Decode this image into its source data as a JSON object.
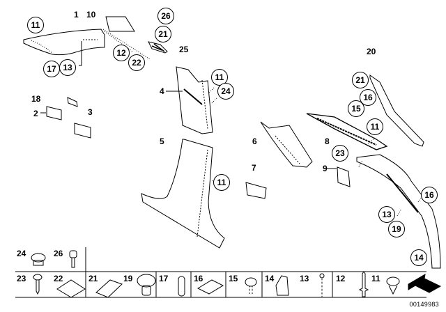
{
  "diagram": {
    "title": "Interior trim panel – pillar exploded view",
    "catalog_number": "00149983",
    "plain_labels": [
      {
        "id": "1",
        "text": "1"
      },
      {
        "id": "10",
        "text": "10"
      },
      {
        "id": "25",
        "text": "25"
      },
      {
        "id": "20",
        "text": "20"
      },
      {
        "id": "18",
        "text": "18"
      },
      {
        "id": "2",
        "text": "2"
      },
      {
        "id": "3",
        "text": "3"
      },
      {
        "id": "4",
        "text": "4"
      },
      {
        "id": "5",
        "text": "5"
      },
      {
        "id": "6",
        "text": "6"
      },
      {
        "id": "7",
        "text": "7"
      },
      {
        "id": "8",
        "text": "8"
      },
      {
        "id": "9",
        "text": "9"
      }
    ],
    "callouts": [
      {
        "id": "c11a",
        "text": "11"
      },
      {
        "id": "c26",
        "text": "26"
      },
      {
        "id": "c21a",
        "text": "21"
      },
      {
        "id": "c12",
        "text": "12"
      },
      {
        "id": "c22",
        "text": "22"
      },
      {
        "id": "c17",
        "text": "17"
      },
      {
        "id": "c13a",
        "text": "13"
      },
      {
        "id": "c11b",
        "text": "11"
      },
      {
        "id": "c24",
        "text": "24"
      },
      {
        "id": "c11c",
        "text": "11"
      },
      {
        "id": "c21b",
        "text": "21"
      },
      {
        "id": "c16a",
        "text": "16"
      },
      {
        "id": "c15",
        "text": "15"
      },
      {
        "id": "c11d",
        "text": "11"
      },
      {
        "id": "c23",
        "text": "23"
      },
      {
        "id": "c16b",
        "text": "16"
      },
      {
        "id": "c13b",
        "text": "13"
      },
      {
        "id": "c19",
        "text": "19"
      },
      {
        "id": "c14",
        "text": "14"
      }
    ],
    "parts_table": {
      "top_row": [
        {
          "num": "24",
          "part": "clip"
        },
        {
          "num": "26",
          "part": "bolt"
        }
      ],
      "bottom_row": [
        {
          "num": "23",
          "part": "screw"
        },
        {
          "num": "22",
          "part": "pad"
        },
        {
          "num": "21",
          "part": "clip-nut"
        },
        {
          "num": "19",
          "part": "expanding-rivet"
        },
        {
          "num": "17",
          "part": "pin"
        },
        {
          "num": "16",
          "part": "spring-nut"
        },
        {
          "num": "15",
          "part": "push-rivet"
        },
        {
          "num": "14",
          "part": "bracket-clip"
        },
        {
          "num": "13",
          "part": "screw"
        },
        {
          "num": "12",
          "part": "rivet"
        },
        {
          "num": "11",
          "part": "clip"
        }
      ]
    }
  }
}
